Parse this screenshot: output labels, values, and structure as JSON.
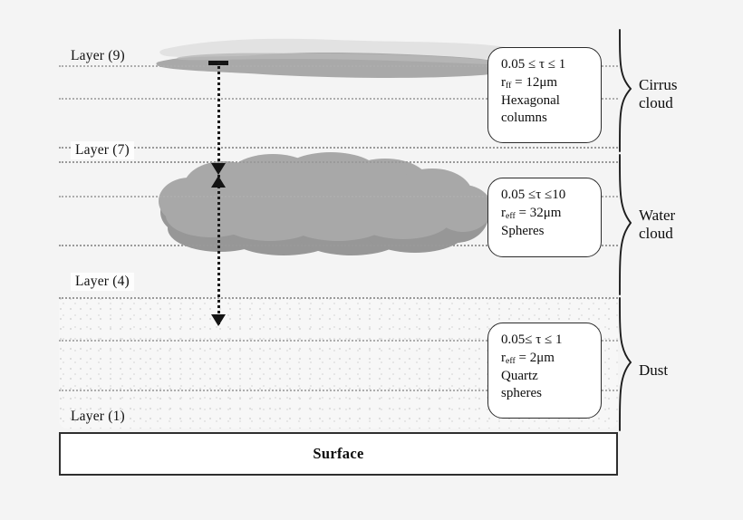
{
  "figure": {
    "background_color": "#f4f4f4",
    "surface": {
      "label": "Surface"
    }
  },
  "layers": [
    {
      "name": "layer-9",
      "label": "Layer (9)"
    },
    {
      "name": "layer-7",
      "label": "Layer (7)"
    },
    {
      "name": "layer-4",
      "label": "Layer (4)"
    },
    {
      "name": "layer-1",
      "label": "Layer (1)"
    }
  ],
  "callouts": [
    {
      "name": "cirrus-properties",
      "optical_depth": "0.05 ≤ τ ≤ 1",
      "radius_symbol": "r",
      "radius_subscript": "ff",
      "radius_value": " = 12μm",
      "shape_line1": "Hexagonal",
      "shape_line2": "columns"
    },
    {
      "name": "water-cloud-properties",
      "optical_depth": "0.05 ≤τ ≤10",
      "radius_symbol": "r",
      "radius_subscript": "eff",
      "radius_value": " = 32μm",
      "shape_line1": "Spheres",
      "shape_line2": ""
    },
    {
      "name": "dust-properties",
      "optical_depth": "0.05≤ τ ≤ 1",
      "radius_symbol": "r",
      "radius_subscript": "eff",
      "radius_value": " = 2μm",
      "shape_line1": "Quartz",
      "shape_line2": "spheres"
    }
  ],
  "regions": [
    {
      "name": "cirrus-cloud",
      "label_line1": "Cirrus",
      "label_line2": "cloud"
    },
    {
      "name": "water-cloud",
      "label_line1": "Water",
      "label_line2": "cloud"
    },
    {
      "name": "dust",
      "label_line1": "Dust",
      "label_line2": ""
    }
  ],
  "colors": {
    "cirrus_light": "#e2e2e2",
    "cirrus_dark": "#a9a9a9",
    "water_cloud_body": "#a8a8a8",
    "water_cloud_shadow": "#979797",
    "separator": "#adadad",
    "stroke": "#2b2b2b",
    "background": "#f4f4f4"
  }
}
